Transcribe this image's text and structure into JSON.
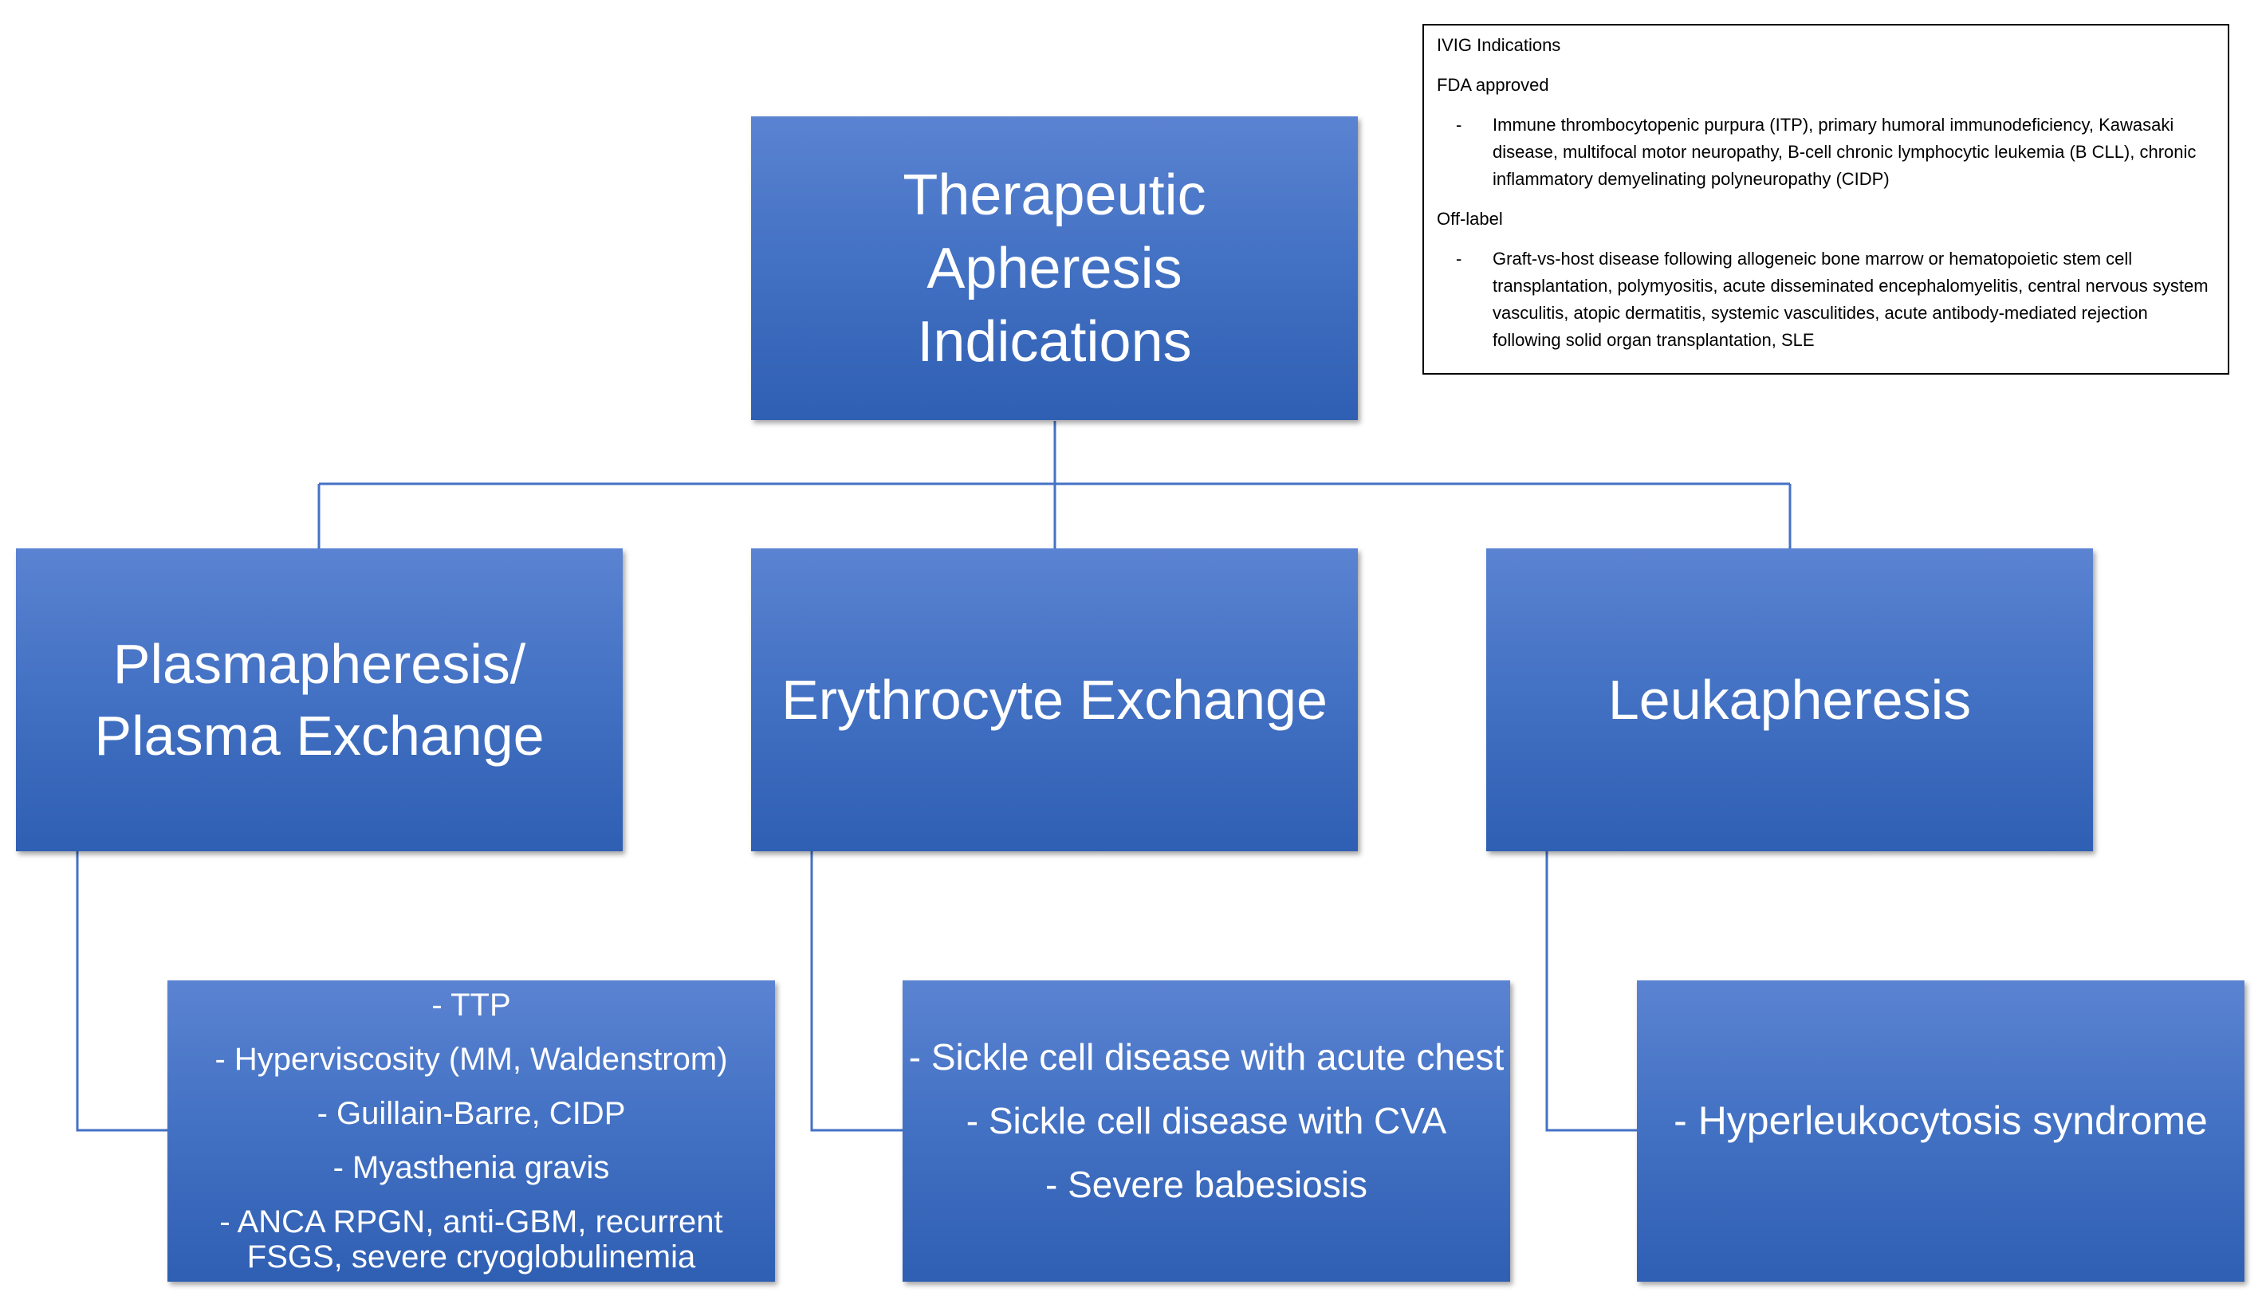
{
  "root": {
    "title": "Therapeutic Apheresis Indications"
  },
  "categories": [
    {
      "label": "Plasmapheresis/ Plasma Exchange"
    },
    {
      "label": "Erythrocyte Exchange"
    },
    {
      "label": "Leukapheresis"
    }
  ],
  "indications": {
    "plasma": [
      "- TTP",
      "- Hyperviscosity (MM, Waldenstrom)",
      "- Guillain-Barre, CIDP",
      "- Myasthenia gravis",
      "- ANCA RPGN, anti-GBM, recurrent FSGS, severe cryoglobulinemia"
    ],
    "erythrocyte": [
      "- Sickle cell disease with acute chest",
      "- Sickle cell disease with CVA",
      "- Severe babesiosis"
    ],
    "leuka": [
      "- Hyperleukocytosis syndrome"
    ]
  },
  "ivig": {
    "title": "IVIG Indications",
    "fda_label": "FDA approved",
    "fda_dash": "-",
    "fda_text": "Immune thrombocytopenic purpura (ITP), primary humoral immunodeficiency, Kawasaki disease, multifocal motor neuropathy, B-cell chronic lymphocytic leukemia (B CLL), chronic inflammatory demyelinating polyneuropathy (CIDP)",
    "offlabel_label": "Off-label",
    "offlabel_dash": "-",
    "offlabel_text": "Graft-vs-host disease following allogeneic bone marrow or hematopoietic stem cell transplantation, polymyositis, acute disseminated encephalomyelitis, central nervous system vasculitis, atopic dermatitis, systemic vasculitides, acute antibody-mediated rejection following solid organ transplantation, SLE"
  },
  "colors": {
    "box": "#4472c4",
    "connector": "#4472c4",
    "text": "#ffffff"
  }
}
